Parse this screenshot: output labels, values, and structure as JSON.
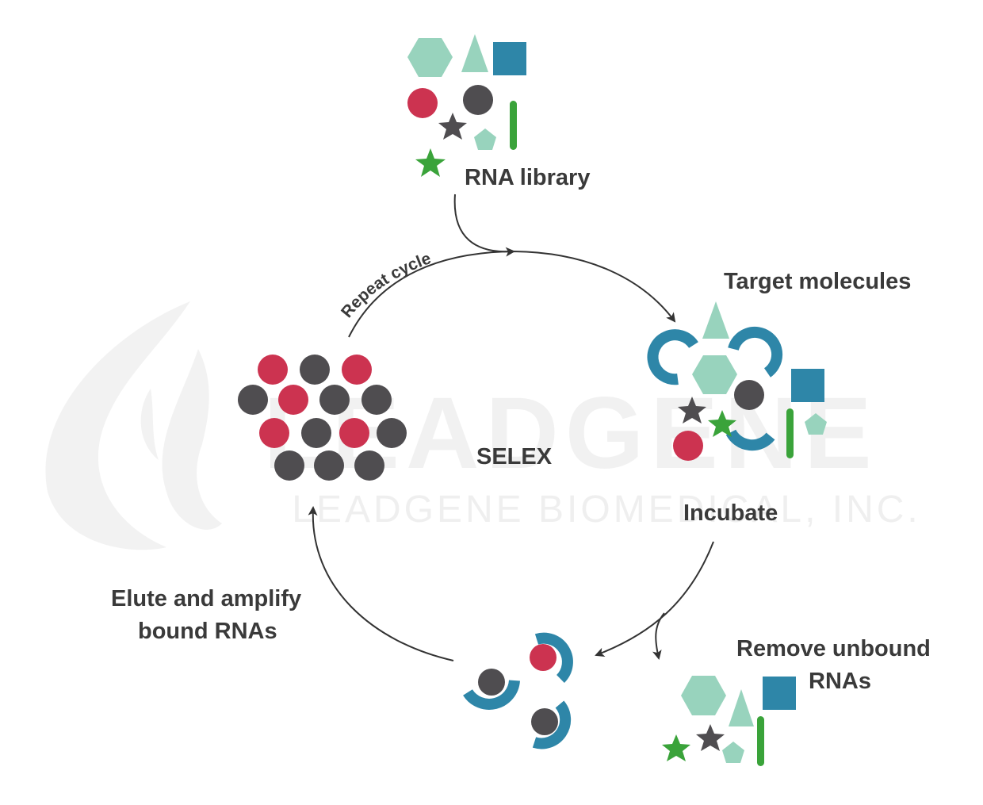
{
  "labels": {
    "rna_library": "RNA library",
    "target_molecules": "Target molecules",
    "incubate": "Incubate",
    "remove_unbound_line1": "Remove unbound",
    "remove_unbound_line2": "RNAs",
    "elute_line1": "Elute and amplify",
    "elute_line2": "bound RNAs",
    "selex": "SELEX",
    "repeat_cycle": "Repeat  cycle"
  },
  "watermark": {
    "brand": "LEADGENE",
    "company": "LEADGENE BIOMEDICAL, INC."
  },
  "colors": {
    "teal_light": "#98d3bd",
    "blue": "#2e86a8",
    "crimson": "#cc3350",
    "dark_gray": "#4f4d50",
    "green": "#3aa33a",
    "text": "#3a3a3a",
    "arrow": "#333333",
    "watermark": "#eeeeee"
  }
}
